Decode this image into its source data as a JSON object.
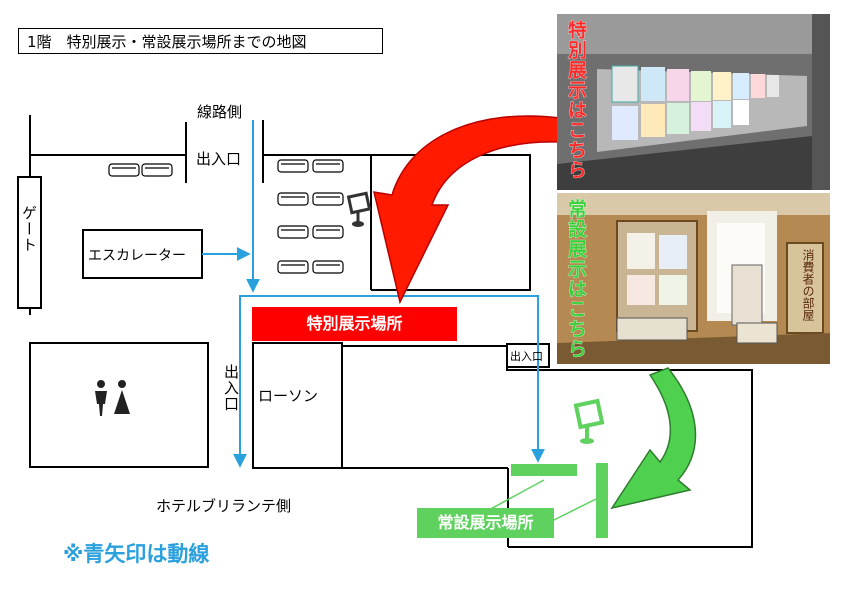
{
  "title": "1階　特別展示・常設展示場所までの地図",
  "labels": {
    "railway_side": "線路側",
    "entrance_top": "出入口",
    "entrance_left": "出入口",
    "entrance_small": "出入口",
    "gate": "ゲート",
    "escalator": "エスカレーター",
    "lawson": "ローソン",
    "hotel_side": "ホテルブリランテ側"
  },
  "areas": {
    "special": "特別展示場所",
    "permanent": "常設展示場所"
  },
  "photos": {
    "special_label": "特別展示はこちら",
    "permanent_label": "常設展示はこちら",
    "sign_text": "消費者の部屋"
  },
  "note": "※青矢印は動線",
  "colors": {
    "route": "#2aa0dd",
    "special": "#ff0000",
    "permanent": "#5ed15e",
    "walls": "#000000"
  },
  "icons": [
    "restroom-icon",
    "kiosk-monitor-icon",
    "sofa-icon"
  ]
}
